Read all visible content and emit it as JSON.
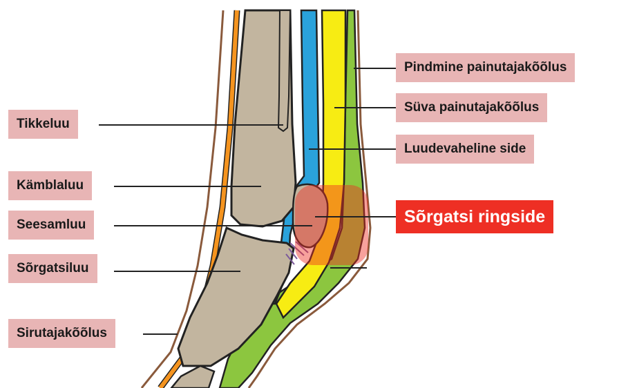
{
  "labels": {
    "tikkeluu": "Tikkeluu",
    "kamblaluu": "Kämblaluu",
    "seesamluu": "Seesamluu",
    "sorgatsiluu": "Sõrgatsiluu",
    "sirutaja": "Sirutajakõõlus",
    "pindmine": "Pindmine painutajakõõlus",
    "suva": "Süva painutajakõõlus",
    "luudevaheline": "Luudevaheline side",
    "ringside": "Sõrgatsi ringside"
  },
  "colors": {
    "bone": "#c2b59f",
    "extensor_tendon": "#f5941f",
    "suspensory_ligament": "#2aa2db",
    "deep_flexor": "#f7ec13",
    "superficial_flexor": "#8cc63f",
    "skin_outline": "#8a5a3c",
    "label_bg": "#e8b5b5",
    "highlight": "#ee2f24"
  }
}
